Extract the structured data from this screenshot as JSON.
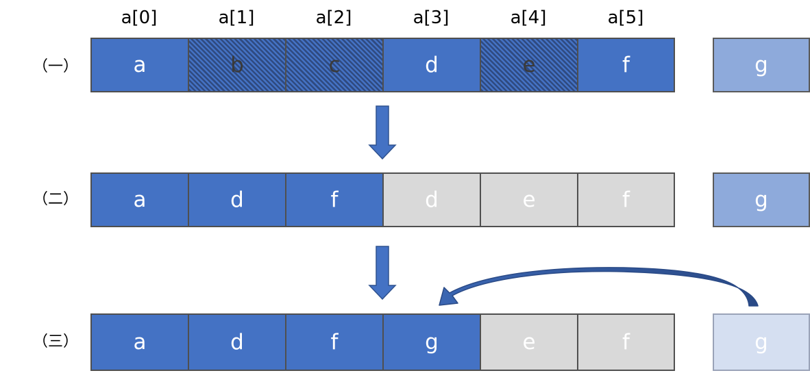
{
  "headers": [
    "a[0]",
    "a[1]",
    "a[2]",
    "a[3]",
    "a[4]",
    "a[5]"
  ],
  "rows": [
    {
      "label": "（一）",
      "cells": [
        {
          "text": "a",
          "style": "dark"
        },
        {
          "text": "b",
          "style": "hatch"
        },
        {
          "text": "c",
          "style": "hatch"
        },
        {
          "text": "d",
          "style": "dark"
        },
        {
          "text": "e",
          "style": "hatch"
        },
        {
          "text": "f",
          "style": "dark"
        }
      ],
      "extra": {
        "text": "g",
        "style": "light"
      }
    },
    {
      "label": "（二）",
      "cells": [
        {
          "text": "a",
          "style": "dark"
        },
        {
          "text": "d",
          "style": "dark"
        },
        {
          "text": "f",
          "style": "dark"
        },
        {
          "text": "d",
          "style": "gray"
        },
        {
          "text": "e",
          "style": "gray"
        },
        {
          "text": "f",
          "style": "gray"
        }
      ],
      "extra": {
        "text": "g",
        "style": "light"
      }
    },
    {
      "label": "（三）",
      "cells": [
        {
          "text": "a",
          "style": "dark"
        },
        {
          "text": "d",
          "style": "dark"
        },
        {
          "text": "f",
          "style": "dark"
        },
        {
          "text": "g",
          "style": "dark"
        },
        {
          "text": "e",
          "style": "gray"
        },
        {
          "text": "f",
          "style": "gray"
        }
      ],
      "extra": {
        "text": "g",
        "style": "faint"
      }
    }
  ],
  "colors": {
    "primary": "#4472c4",
    "hatch_stripe": "#2f4a80",
    "inactive": "#d9d9d9",
    "pending": "#8eaadb",
    "moved": "#d5dff1",
    "border": "#4f4f4f"
  }
}
